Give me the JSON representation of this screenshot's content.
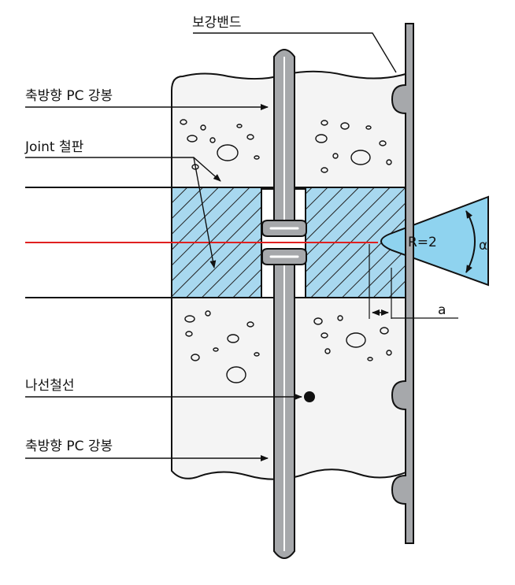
{
  "labels": {
    "band": "보강밴드",
    "pc_top": "축방향 PC 강봉",
    "joint": "Joint 철판",
    "spiral": "나선철선",
    "pc_bottom": "축방향 PC 강봉",
    "radius": "R=2",
    "alpha": "α",
    "gap": "a"
  },
  "colors": {
    "background": "#ffffff",
    "pile_fill": "#f4f4f4",
    "rod_fill": "#a6a8ab",
    "joint_fill": "#a8d8ef",
    "wedge_fill": "#8fd3ef",
    "hatch": "#222222",
    "center_line": "#e02020",
    "outline": "#111111"
  }
}
